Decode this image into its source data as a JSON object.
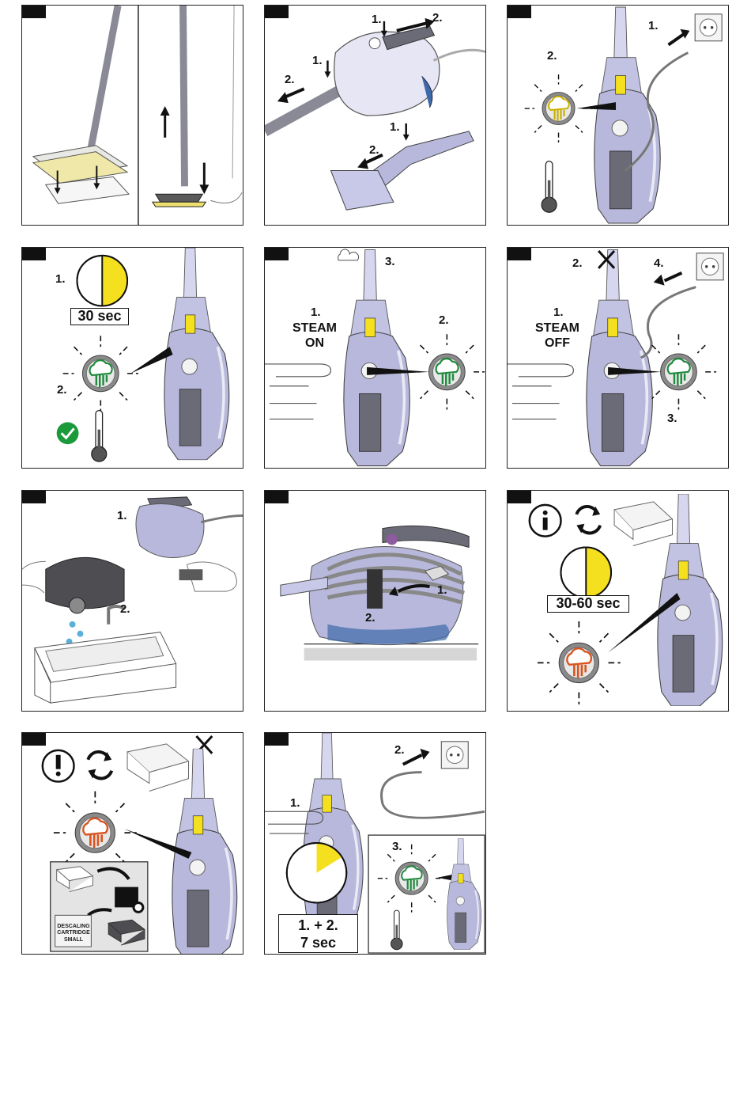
{
  "colors": {
    "device": "#b8b8dc",
    "device_dark": "#6b6b78",
    "yellow": "#f5e020",
    "green": "#1e8a3c",
    "orange": "#d9541e",
    "check": "#1a9a3a"
  },
  "p1": {},
  "p2": {
    "n1a": "1.",
    "n2a": "2.",
    "n1b": "1.",
    "n2b": "2.",
    "n1c": "1.",
    "n2c": "2."
  },
  "p3": {
    "n1": "1.",
    "n2": "2."
  },
  "p4": {
    "n1": "1.",
    "n2": "2.",
    "time": "30 sec"
  },
  "p5": {
    "n1": "1.",
    "line1": "STEAM",
    "line2": "ON",
    "n2": "2.",
    "n3": "3."
  },
  "p6": {
    "n1": "1.",
    "line1": "STEAM",
    "line2": "OFF",
    "n2": "2.",
    "n3": "3.",
    "n4": "4."
  },
  "p7": {
    "n1": "1.",
    "n2": "2."
  },
  "p8": {
    "n1": "1.",
    "n2": "2."
  },
  "p9": {
    "time": "30-60 sec",
    "info_icon": "info-icon",
    "cycle_icon": "cycle-icon"
  },
  "p10": {
    "cartridge_l1": "DESCALING",
    "cartridge_l2": "CARTRIDGE",
    "cartridge_l3": "SMALL",
    "warn_icon": "warning-icon"
  },
  "p11": {
    "n1": "1.",
    "n2": "2.",
    "n3": "3.",
    "combo": "1. + 2.",
    "time": "7 sec"
  }
}
